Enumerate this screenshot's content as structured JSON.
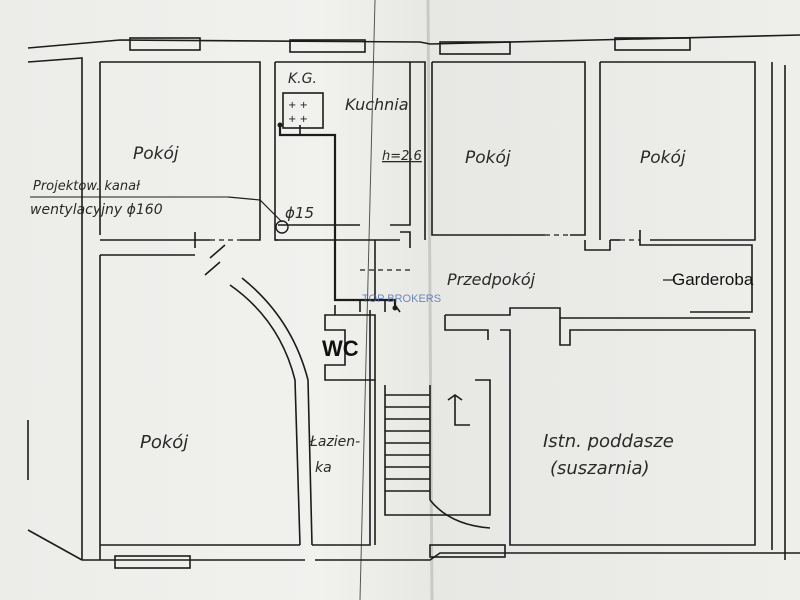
{
  "rooms": {
    "room_top_left": "Pokój",
    "kitchen_code": "K.G.",
    "kitchen": "Kuchnia",
    "kitchen_height": "h=2.6",
    "room_top_middle": "Pokój",
    "room_top_right": "Pokój",
    "vent_note_line1": "Projektow. kanał",
    "vent_note_line2": "wentylacyjny ϕ160",
    "vent_diameter": "ϕ15",
    "hallway": "Przedpokój",
    "wardrobe": "Garderoba",
    "wc": "WC",
    "room_bottom_left": "Pokój",
    "bathroom_line1": "Łazien-",
    "bathroom_line2": "ka",
    "attic_line1": "Istn. poddasze",
    "attic_line2": "(suszarnia)"
  },
  "watermark": "TOP BROKERS",
  "colors": {
    "paper": "#ecece9",
    "ink": "#1c1c1c",
    "watermark_green": "#2fae60",
    "watermark_blue": "#4f6fb0"
  }
}
